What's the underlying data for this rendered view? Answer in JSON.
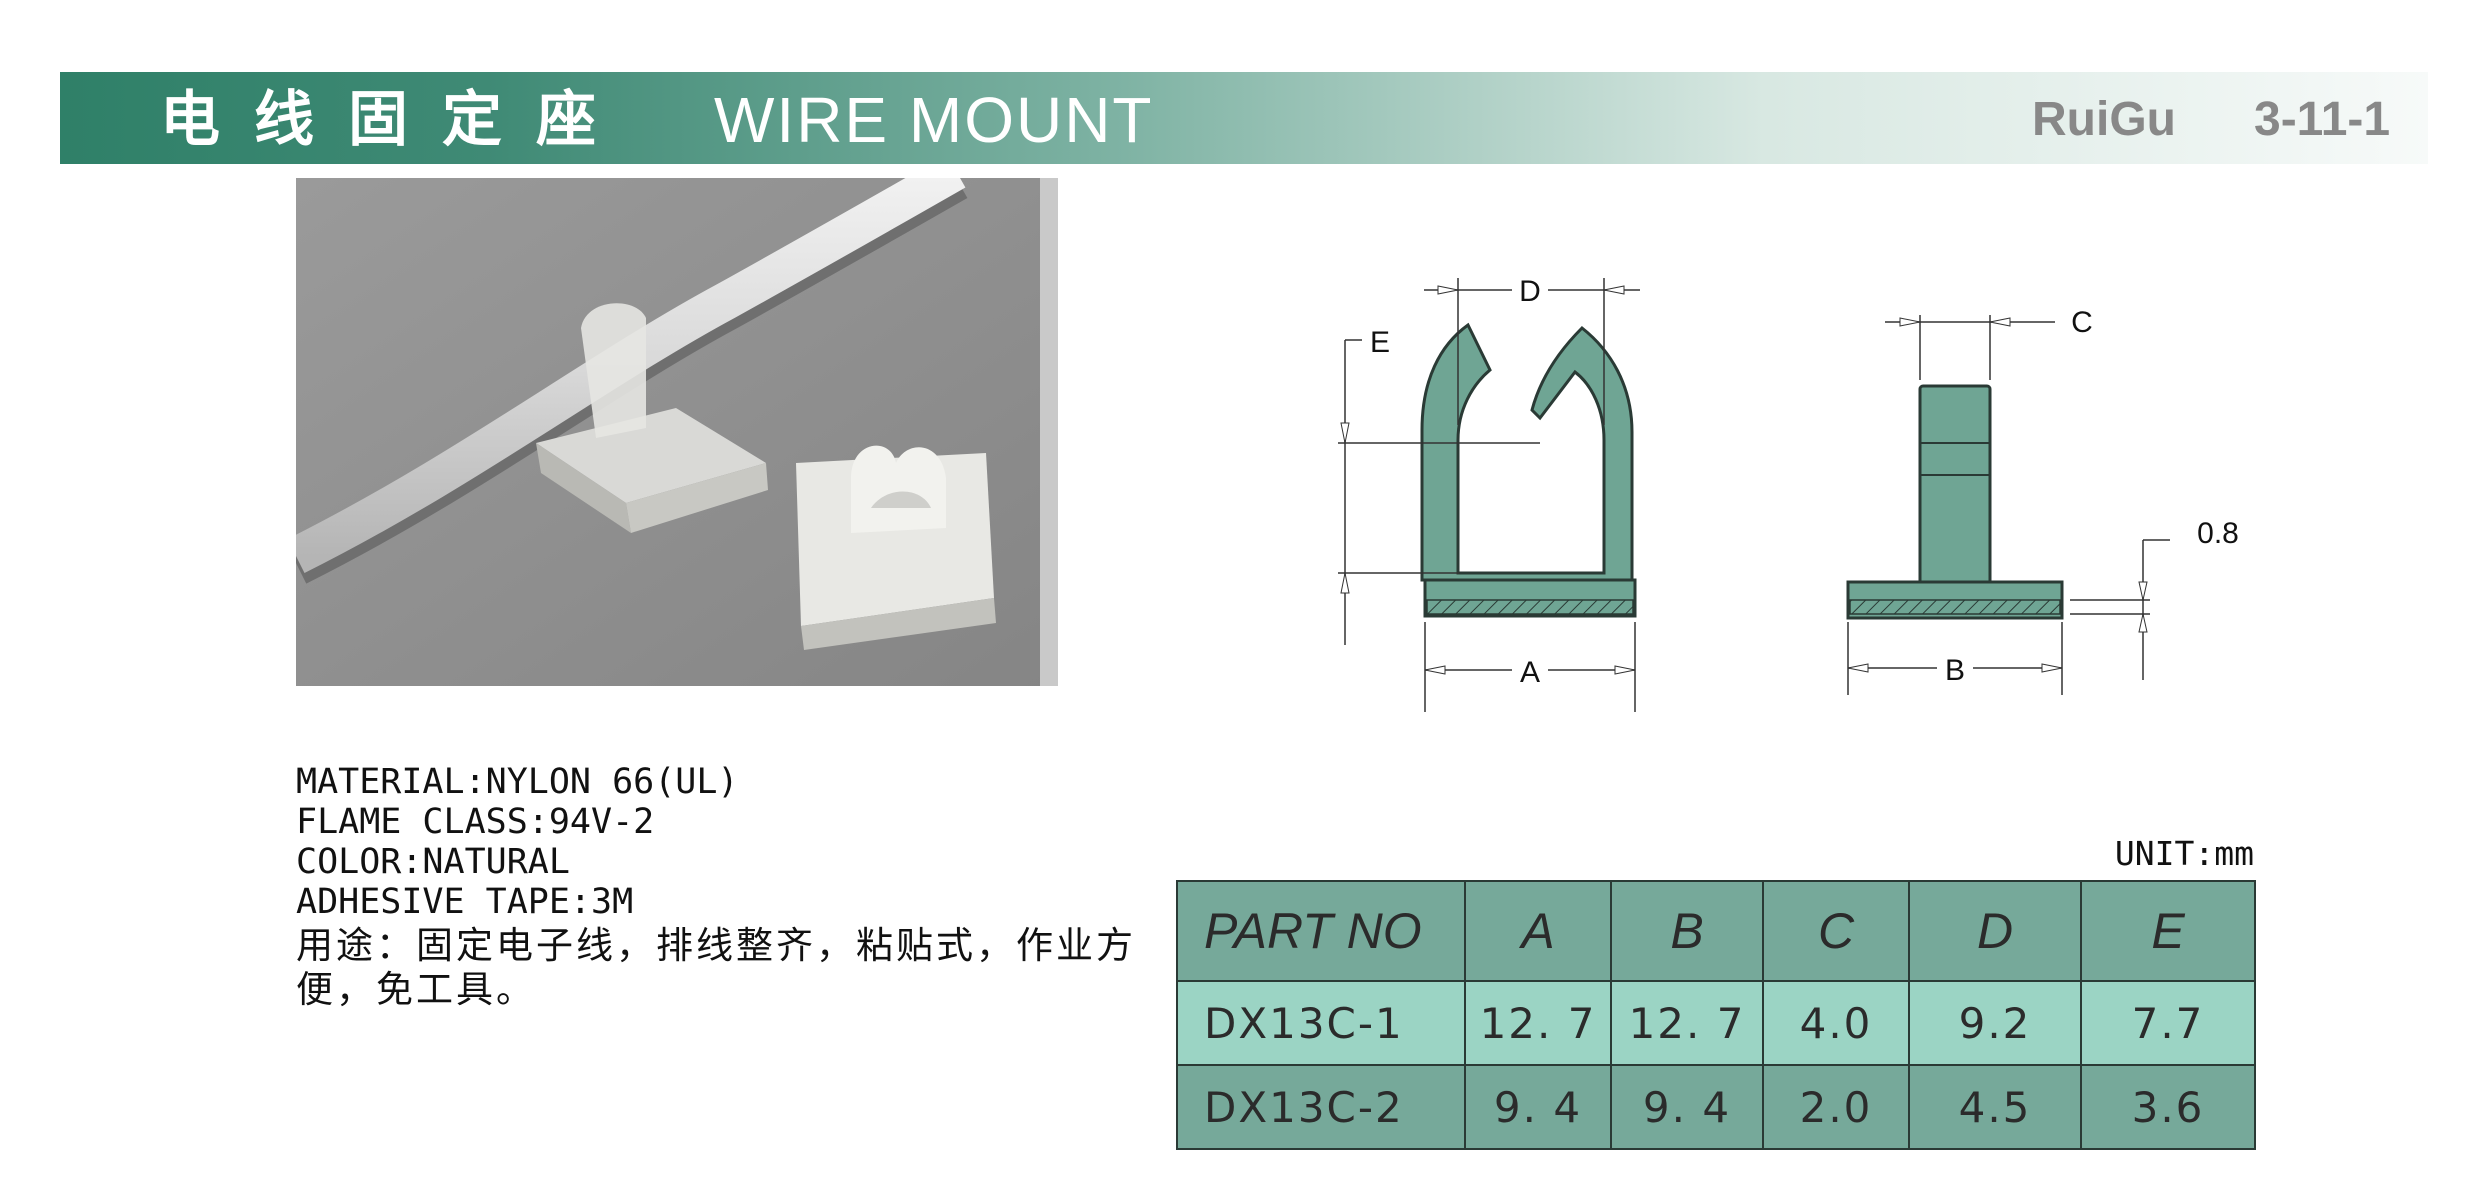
{
  "header": {
    "title_cn": "电线固定座",
    "title_en": "WIRE MOUNT",
    "brand": "RuiGu",
    "page_number": "3-11-1"
  },
  "drawing": {
    "labels": {
      "d": "D",
      "e": "E",
      "a": "A",
      "c": "C",
      "b": "B",
      "thickness": "0.8"
    }
  },
  "specs": {
    "material": "MATERIAL:NYLON 66(UL)",
    "flame_class": "FLAME CLASS:94V-2",
    "color": "COLOR:NATURAL",
    "adhesive_tape": "ADHESIVE TAPE:3M",
    "usage": "用途：固定电子线，排线整齐，粘贴式，作业方便，免工具。"
  },
  "table": {
    "unit": "UNIT:mm",
    "headers": [
      "PART NO",
      "A",
      "B",
      "C",
      "D",
      "E"
    ],
    "rows": [
      [
        "DX13C-1",
        "12. 7",
        "12. 7",
        "4.0",
        "9.2",
        "7.7"
      ],
      [
        "DX13C-2",
        "9. 4",
        "9. 4",
        "2.0",
        "4.5",
        "3.6"
      ]
    ]
  },
  "colors": {
    "accent_green": "#2f8068",
    "part_fill": "#6fa594",
    "table_header": "#76a99a",
    "table_light_row": "#9bd4c4"
  }
}
